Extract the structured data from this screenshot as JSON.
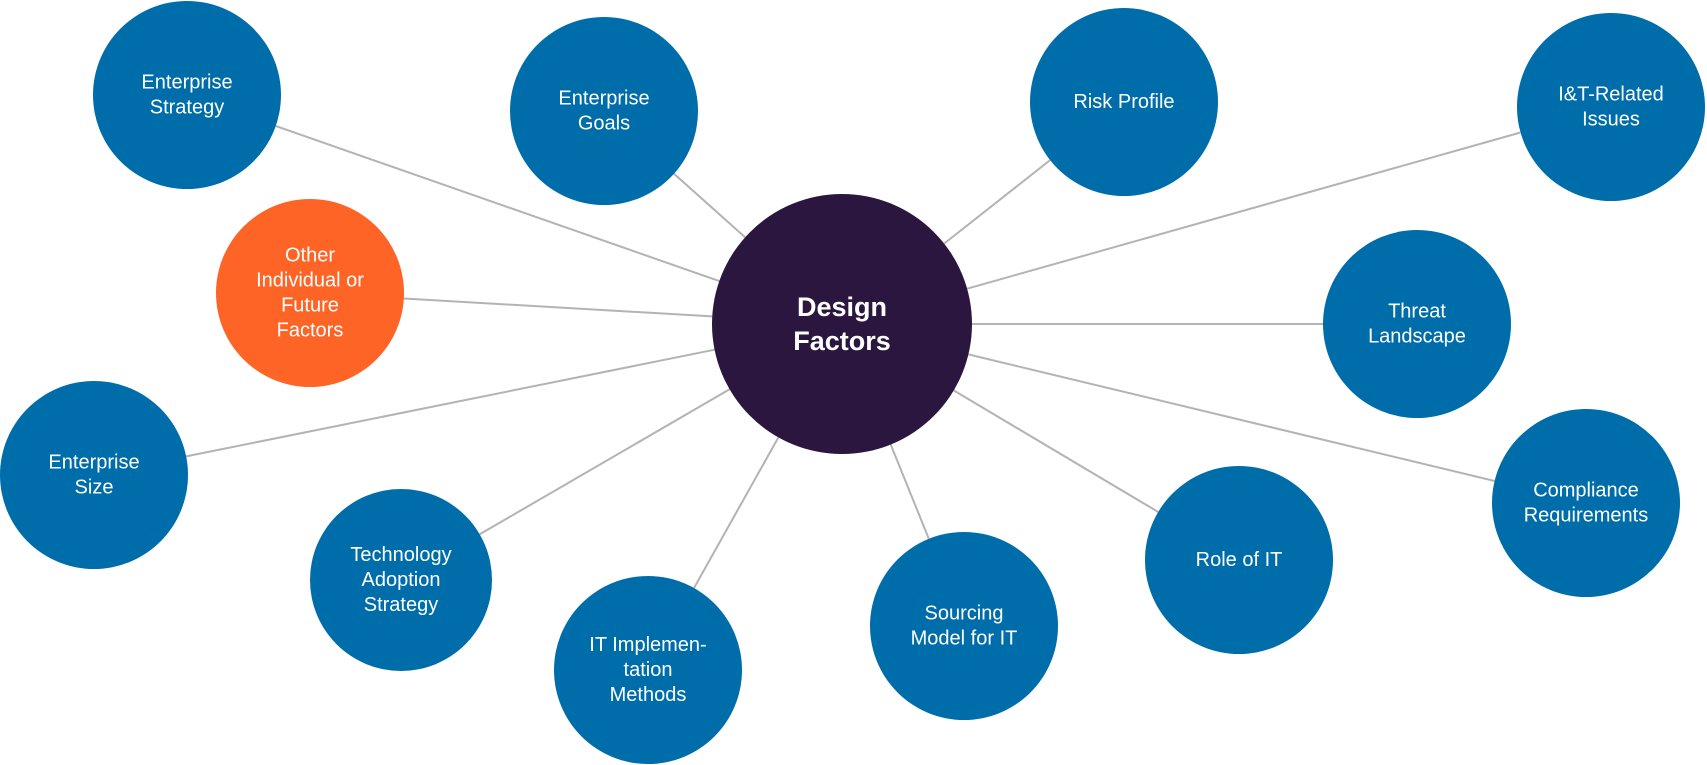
{
  "colors": {
    "center": "#2b1640",
    "node": "#006dab",
    "highlight": "#ff6427",
    "connector": "#b3b3b3",
    "label": "#ffffff"
  },
  "center": {
    "lines": [
      "Design",
      "Factors"
    ]
  },
  "nodes": [
    {
      "id": "enterprise-strategy",
      "lines": [
        "Enterprise",
        "Strategy"
      ],
      "highlight": false
    },
    {
      "id": "enterprise-goals",
      "lines": [
        "Enterprise",
        "Goals"
      ],
      "highlight": false
    },
    {
      "id": "risk-profile",
      "lines": [
        "Risk Profile"
      ],
      "highlight": false
    },
    {
      "id": "it-related-issues",
      "lines": [
        "I&T-Related",
        "Issues"
      ],
      "highlight": false
    },
    {
      "id": "other-factors",
      "lines": [
        "Other",
        "Individual or",
        "Future",
        "Factors"
      ],
      "highlight": true
    },
    {
      "id": "threat-landscape",
      "lines": [
        "Threat",
        "Landscape"
      ],
      "highlight": false
    },
    {
      "id": "enterprise-size",
      "lines": [
        "Enterprise",
        "Size"
      ],
      "highlight": false
    },
    {
      "id": "compliance-requirements",
      "lines": [
        "Compliance",
        "Requirements"
      ],
      "highlight": false
    },
    {
      "id": "technology-adoption-strategy",
      "lines": [
        "Technology",
        "Adoption",
        "Strategy"
      ],
      "highlight": false
    },
    {
      "id": "role-of-it",
      "lines": [
        "Role of IT"
      ],
      "highlight": false
    },
    {
      "id": "it-implementation-methods",
      "lines": [
        "IT Implemen-",
        "tation",
        "Methods"
      ],
      "highlight": false
    },
    {
      "id": "sourcing-model",
      "lines": [
        "Sourcing",
        "Model for IT"
      ],
      "highlight": false
    }
  ]
}
